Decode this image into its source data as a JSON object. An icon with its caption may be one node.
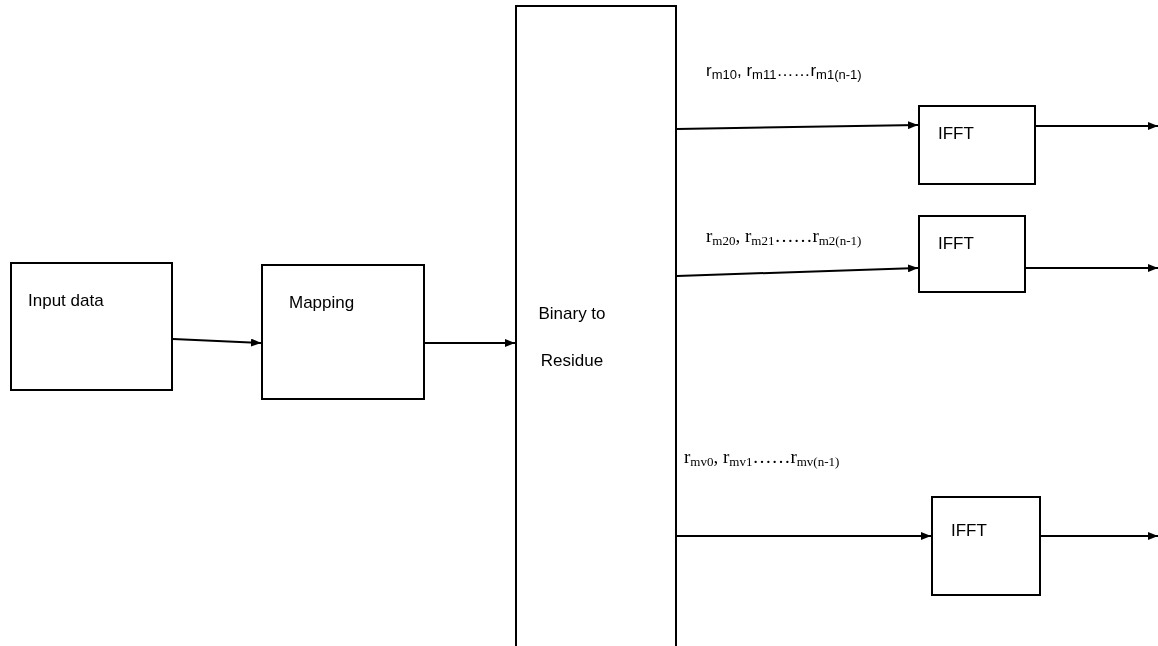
{
  "diagram": {
    "nodes": [
      {
        "text": [
          "Input data"
        ]
      },
      {
        "text": [
          "Mapping"
        ]
      },
      {
        "text": [
          "Binary to Residue"
        ]
      },
      {
        "text": [
          "IFFT"
        ]
      },
      {
        "text": [
          "IFFT"
        ]
      },
      {
        "text": [
          "IFFT"
        ]
      }
    ],
    "edges": [
      {
        "from": 0,
        "to": 1,
        "arrow": "to"
      },
      {
        "from": 1,
        "to": 2,
        "arrow": "to"
      },
      {
        "from": 2,
        "to": 3,
        "arrow": "to",
        "label": "r$_{m10}$, r$_{m11}$……r$_{m1(n-1)}$"
      },
      {
        "from": 2,
        "to": 4,
        "arrow": "to",
        "label": "r$_{m20}$, r$_{m21}$……r$_{m2(n-1)}$"
      },
      {
        "from": 2,
        "to": 5,
        "arrow": "to",
        "label": "r$_{mv0}$, r$_{mv1}$……r$_{mv(n-1)}$"
      },
      {
        "from": 3,
        "to": null,
        "arrow": "to"
      },
      {
        "from": 4,
        "to": null,
        "arrow": "to"
      },
      {
        "from": 5,
        "to": null,
        "arrow": "to"
      }
    ]
  }
}
